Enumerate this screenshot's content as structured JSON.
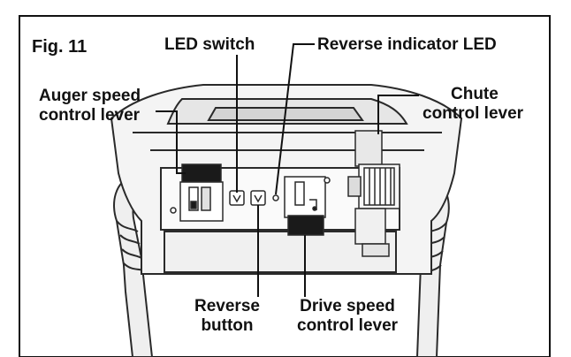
{
  "figure": {
    "fig_label": "Fig. 11",
    "labels": {
      "led_switch": "LED switch",
      "reverse_indicator_led": "Reverse indicator LED",
      "auger_line1": "Auger speed",
      "auger_line2": "control lever",
      "chute_line1": "Chute",
      "chute_line2": "control lever",
      "reverse_line1": "Reverse",
      "reverse_line2": "button",
      "drive_line1": "Drive speed",
      "drive_line2": "control lever"
    },
    "colors": {
      "ink": "#111111",
      "outline": "#2a2a2a",
      "body_fill": "#f4f4f4",
      "shade": "#d8d8d8",
      "dark": "#1a1a1a"
    }
  }
}
